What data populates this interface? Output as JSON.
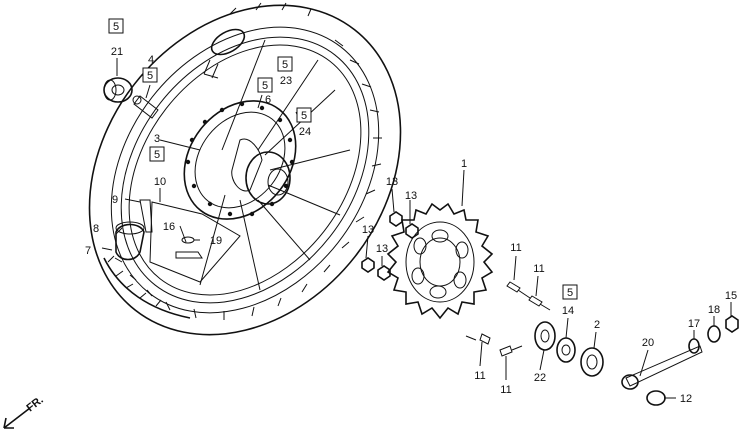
{
  "diagram": {
    "callouts": {
      "c1": "1",
      "c2": "2",
      "c3": "3",
      "c4": "4",
      "c6": "6",
      "c7": "7",
      "c8": "8",
      "c9": "9",
      "c10": "10",
      "c11a": "11",
      "c11b": "11",
      "c11c": "11",
      "c11d": "11",
      "c12": "12",
      "c13a": "13",
      "c13b": "13",
      "c13c": "13",
      "c13d": "13",
      "c14": "14",
      "c15": "15",
      "c16": "16",
      "c17": "17",
      "c18": "18",
      "c19": "19",
      "c20": "20",
      "c21": "21",
      "c22": "22",
      "c23": "23",
      "c24": "24"
    },
    "boxed_refs": {
      "b1": "5",
      "b2": "5",
      "b3": "5",
      "b4": "5",
      "b5": "5",
      "b6": "5",
      "b7": "5"
    },
    "direction_marker": "FR."
  }
}
